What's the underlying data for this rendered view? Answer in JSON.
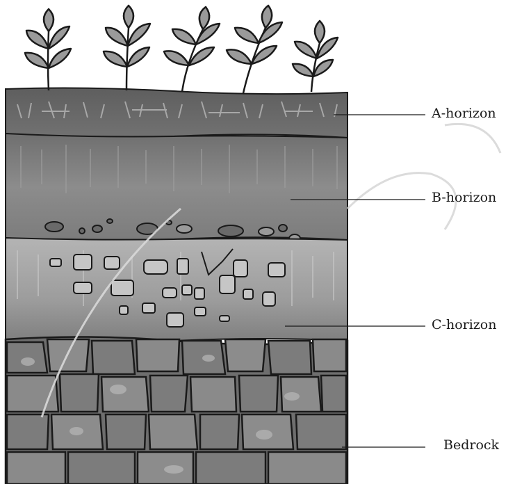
{
  "labels": {
    "a_horizon": "A-horizon",
    "b_horizon": "B-horizon",
    "c_horizon": "C-horizon",
    "bedrock": "Bedrock"
  },
  "colors": {
    "a_horizon": "#6b6b6b",
    "b_horizon": "#8a8a8a",
    "c_horizon": "#a8a8a8",
    "bedrock": "#7a7a7a",
    "plant_leaf": "#9a9a9a",
    "outline": "#1a1a1a",
    "watermark": "#d8d8d8"
  }
}
